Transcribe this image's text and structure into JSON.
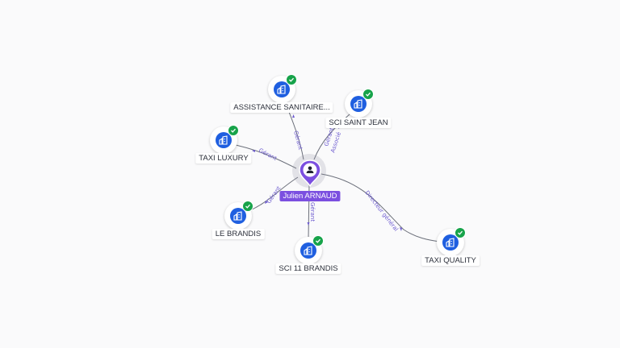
{
  "person": {
    "name": "Julien ARNAUD",
    "icon": "person-icon"
  },
  "companies": [
    {
      "id": "assistance",
      "name": "ASSISTANCE SANITAIRE...",
      "icon": "building-icon",
      "status": "verified"
    },
    {
      "id": "sci-saint-jean",
      "name": "SCI SAINT JEAN",
      "icon": "building-icon",
      "status": "verified"
    },
    {
      "id": "taxi-luxury",
      "name": "TAXI LUXURY",
      "icon": "building-icon",
      "status": "verified"
    },
    {
      "id": "le-brandis",
      "name": "LE BRANDIS",
      "icon": "building-icon",
      "status": "verified"
    },
    {
      "id": "sci-11-brandis",
      "name": "SCI 11 BRANDIS",
      "icon": "building-icon",
      "status": "verified"
    },
    {
      "id": "taxi-quality",
      "name": "TAXI QUALITY",
      "icon": "building-icon",
      "status": "verified"
    }
  ],
  "relations": [
    {
      "to": "assistance",
      "labels": [
        "Gérant"
      ]
    },
    {
      "to": "sci-saint-jean",
      "labels": [
        "Gérant",
        "Associé"
      ]
    },
    {
      "to": "taxi-luxury",
      "labels": [
        "Gérant"
      ]
    },
    {
      "to": "le-brandis",
      "labels": [
        "Gérant"
      ]
    },
    {
      "to": "sci-11-brandis",
      "labels": [
        "Gérant"
      ]
    },
    {
      "to": "taxi-quality",
      "labels": [
        "Directeur général"
      ]
    }
  ],
  "colors": {
    "person": "#7b4fe0",
    "company": "#1f5fe0",
    "verified": "#17a34a",
    "relation_label": "#6d5bd0"
  }
}
